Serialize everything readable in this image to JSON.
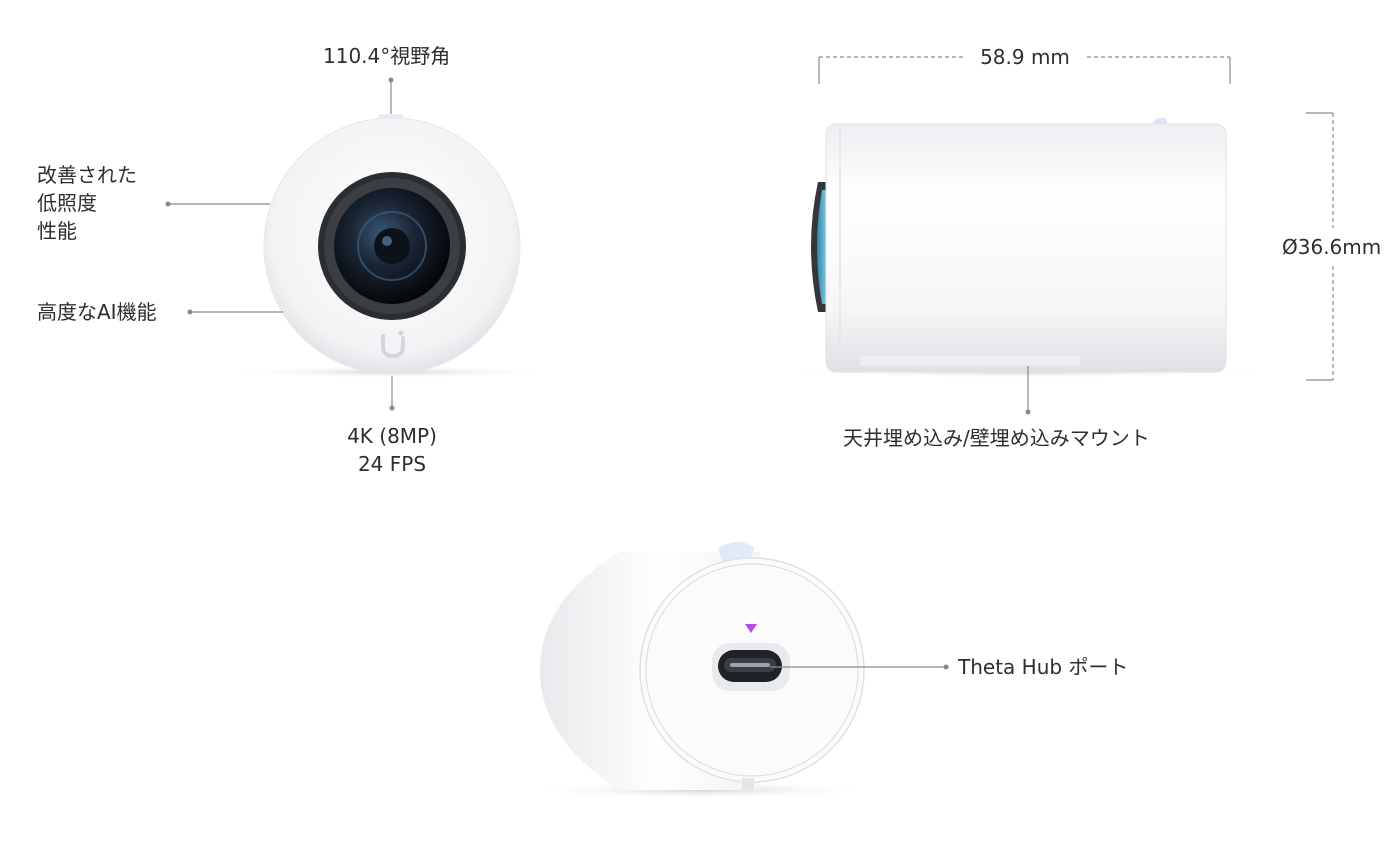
{
  "front_view": {
    "fov_label": "110.4°視野角",
    "lowlight_label": [
      "改善された",
      "低照度",
      "性能"
    ],
    "ai_label": "高度なAI機能",
    "resolution_label": [
      "4K (8MP)",
      "24 FPS"
    ]
  },
  "side_view": {
    "length_label": "58.9 mm",
    "diameter_label": "Ø36.6mm",
    "mount_label": "天井埋め込み/壁埋め込みマウント"
  },
  "rear_view": {
    "port_label": "Theta Hub ポート"
  },
  "colors": {
    "leader_line": "#8a8a8a",
    "body_white": "#f7f7f8",
    "port_indicator": "#b34fe0"
  }
}
